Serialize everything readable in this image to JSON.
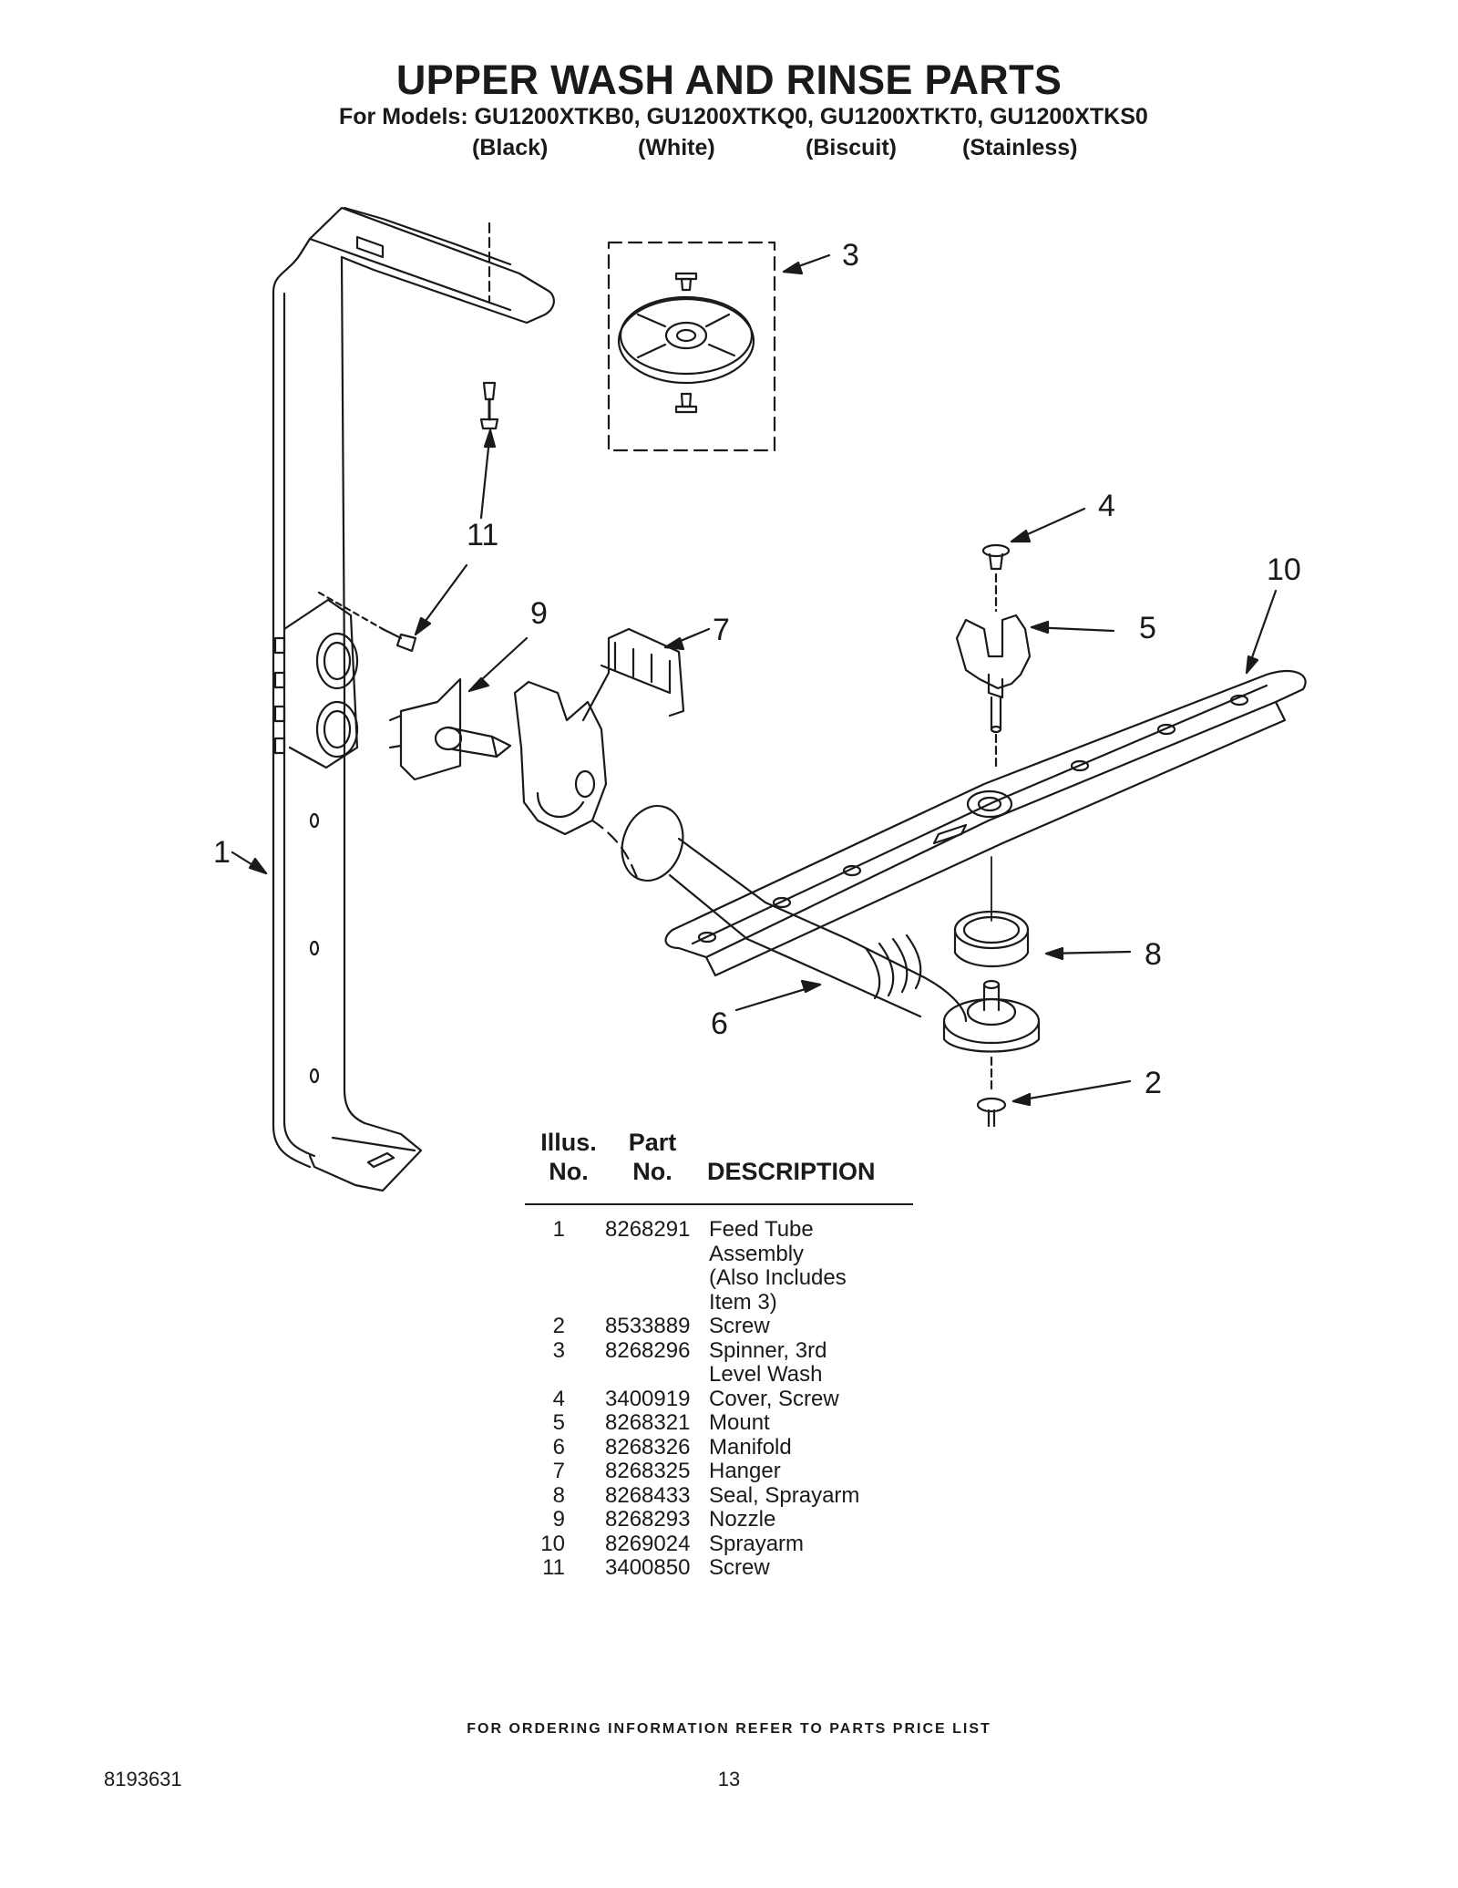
{
  "header": {
    "title": "UPPER WASH AND RINSE PARTS",
    "models_line": "For Models: GU1200XTKB0, GU1200XTKQ0, GU1200XTKT0, GU1200XTKS0",
    "finishes": [
      "(Black)",
      "(White)",
      "(Biscuit)",
      "(Stainless)"
    ]
  },
  "callouts": [
    "1",
    "2",
    "3",
    "4",
    "5",
    "6",
    "7",
    "8",
    "9",
    "10",
    "11"
  ],
  "table": {
    "col_illus_top": "Illus.",
    "col_illus_bottom": "No.",
    "col_part_top": "Part",
    "col_part_bottom": "No.",
    "col_desc": "DESCRIPTION",
    "rows": [
      {
        "no": "1",
        "part": "8268291",
        "desc": [
          "Feed Tube",
          "Assembly",
          "(Also Includes",
          "Item 3)"
        ]
      },
      {
        "no": "2",
        "part": "8533889",
        "desc": [
          "Screw"
        ]
      },
      {
        "no": "3",
        "part": "8268296",
        "desc": [
          "Spinner, 3rd",
          "Level Wash"
        ]
      },
      {
        "no": "4",
        "part": "3400919",
        "desc": [
          "Cover, Screw"
        ]
      },
      {
        "no": "5",
        "part": "8268321",
        "desc": [
          "Mount"
        ]
      },
      {
        "no": "6",
        "part": "8268326",
        "desc": [
          "Manifold"
        ]
      },
      {
        "no": "7",
        "part": "8268325",
        "desc": [
          "Hanger"
        ]
      },
      {
        "no": "8",
        "part": "8268433",
        "desc": [
          "Seal, Sprayarm"
        ]
      },
      {
        "no": "9",
        "part": "8268293",
        "desc": [
          "Nozzle"
        ]
      },
      {
        "no": "10",
        "part": "8269024",
        "desc": [
          "Sprayarm"
        ]
      },
      {
        "no": "11",
        "part": "3400850",
        "desc": [
          "Screw"
        ]
      }
    ]
  },
  "footer": {
    "ordering_note": "FOR ORDERING INFORMATION REFER TO PARTS PRICE LIST",
    "doc_number": "8193631",
    "page_number": "13"
  }
}
